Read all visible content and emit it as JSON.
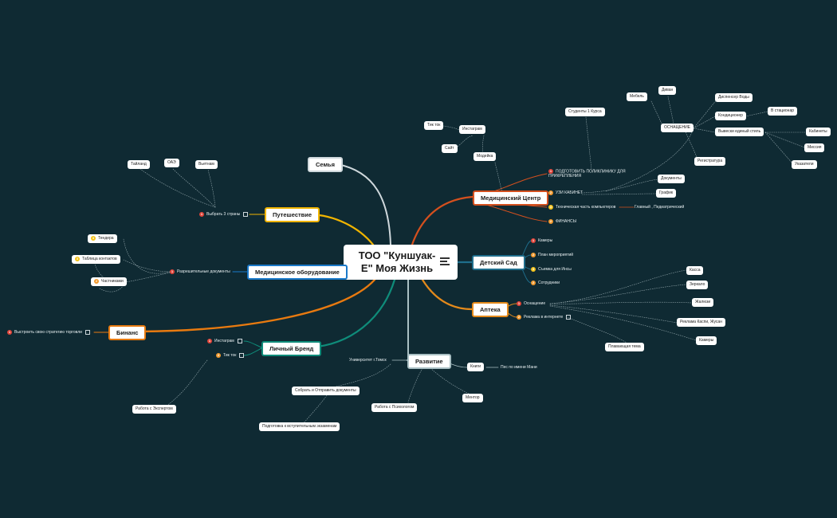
{
  "colors": {
    "background": "#0f2a33",
    "medical_center": "#d4501e",
    "kindergarten": "#1f6e8c",
    "pharmacy": "#e48a1b",
    "development": "#aac0c4",
    "personal_brand": "#0f8c7a",
    "binance": "#e87a10",
    "medical_equipment": "#1a79c9",
    "travel": "#f0b400",
    "family": "#cfd8dc",
    "priority_1": "#e0453a",
    "priority_2": "#f29a2e",
    "priority_3": "#f3c31b"
  },
  "center": {
    "title": "ТОО \"Куншуак-Е\" Моя Жизнь",
    "icon": "menu-icon"
  },
  "branches": {
    "medical_center": "Медицинский Центр",
    "kindergarten": "Детский Сад",
    "pharmacy": "Аптека",
    "development": "Развитие",
    "personal_brand": "Личный Бренд",
    "binance": "Бинанс",
    "medical_equipment": "Медицинское оборудование",
    "travel": "Путешествие",
    "family": "Семья"
  },
  "nodes": {
    "instagram_med": "Инстаграм",
    "tiktok_med": "Тик ток",
    "site": "Сайт",
    "model": "Модейка",
    "students": "Студенты 1 Курса",
    "furniture": "Мебель",
    "sofa": "Диван",
    "equipment": "ОСНАЩЕНИЕ",
    "water_dispenser": "Диспенсер Воды",
    "conditioner": "Кондиционер",
    "to_hospital": "В стационар",
    "steel_signs": "Вывески единый стиль",
    "offices": "Кабинеты",
    "mission": "Миссия",
    "pointers": "Указатели",
    "registry": "Регистратура",
    "prepare_clinic": "ПОДГОТОВИТЬ ПОЛИКЛИНИКУ ДЛЯ ПРИКРЕПЛЕНИЯ",
    "uzi": "УЗИ КАБИНЕТ",
    "documents": "Документы",
    "schedule": "График",
    "tech_part": "Техническая часть компьютеров",
    "main_pediatric": "Главный , Педиатрический",
    "finance": "ФИНАНСЫ",
    "cameras_kg": "Камеры",
    "event_plan": "План мероприятий",
    "filming": "Съемка для Инсы",
    "staff": "Сотрудники",
    "equip_ph": "Оснащение",
    "ads_internet": "Реклама в интернете",
    "cashbox": "Касса",
    "mirror": "Зеркало",
    "blinds": "Жалюзи",
    "kaspi_ads": "Реклама Каспи, Жусан",
    "cameras_ph": "Камеры",
    "running_line": "Плавающая тема",
    "university": "Университет г.Томск",
    "collect_docs": "Собрать и Отправить документы",
    "prep_exams": "Подготовка к вступительным экзаменам",
    "psychologist": "Работа с Психологом",
    "books": "Книги",
    "book_name": "Пес по имени Мани",
    "mentor": "Ментор",
    "instagram_pb": "Инстаграм",
    "tiktok_pb": "Тик ток",
    "expert": "Работа с Экспертом",
    "binance_strategy": "Выстроить свою стратегию торговли",
    "permits": "Разрешительные документы",
    "tender": "Тендера",
    "contacts_table": "Таблица контактов",
    "private": "Частниками",
    "choose_countries": "Выбрать 3 страны",
    "thailand": "Тайланд",
    "uae": "ОАЭ",
    "vietnam": "Вьетнам"
  },
  "markers": {
    "p1": "1",
    "p2": "2",
    "p3": "3"
  }
}
